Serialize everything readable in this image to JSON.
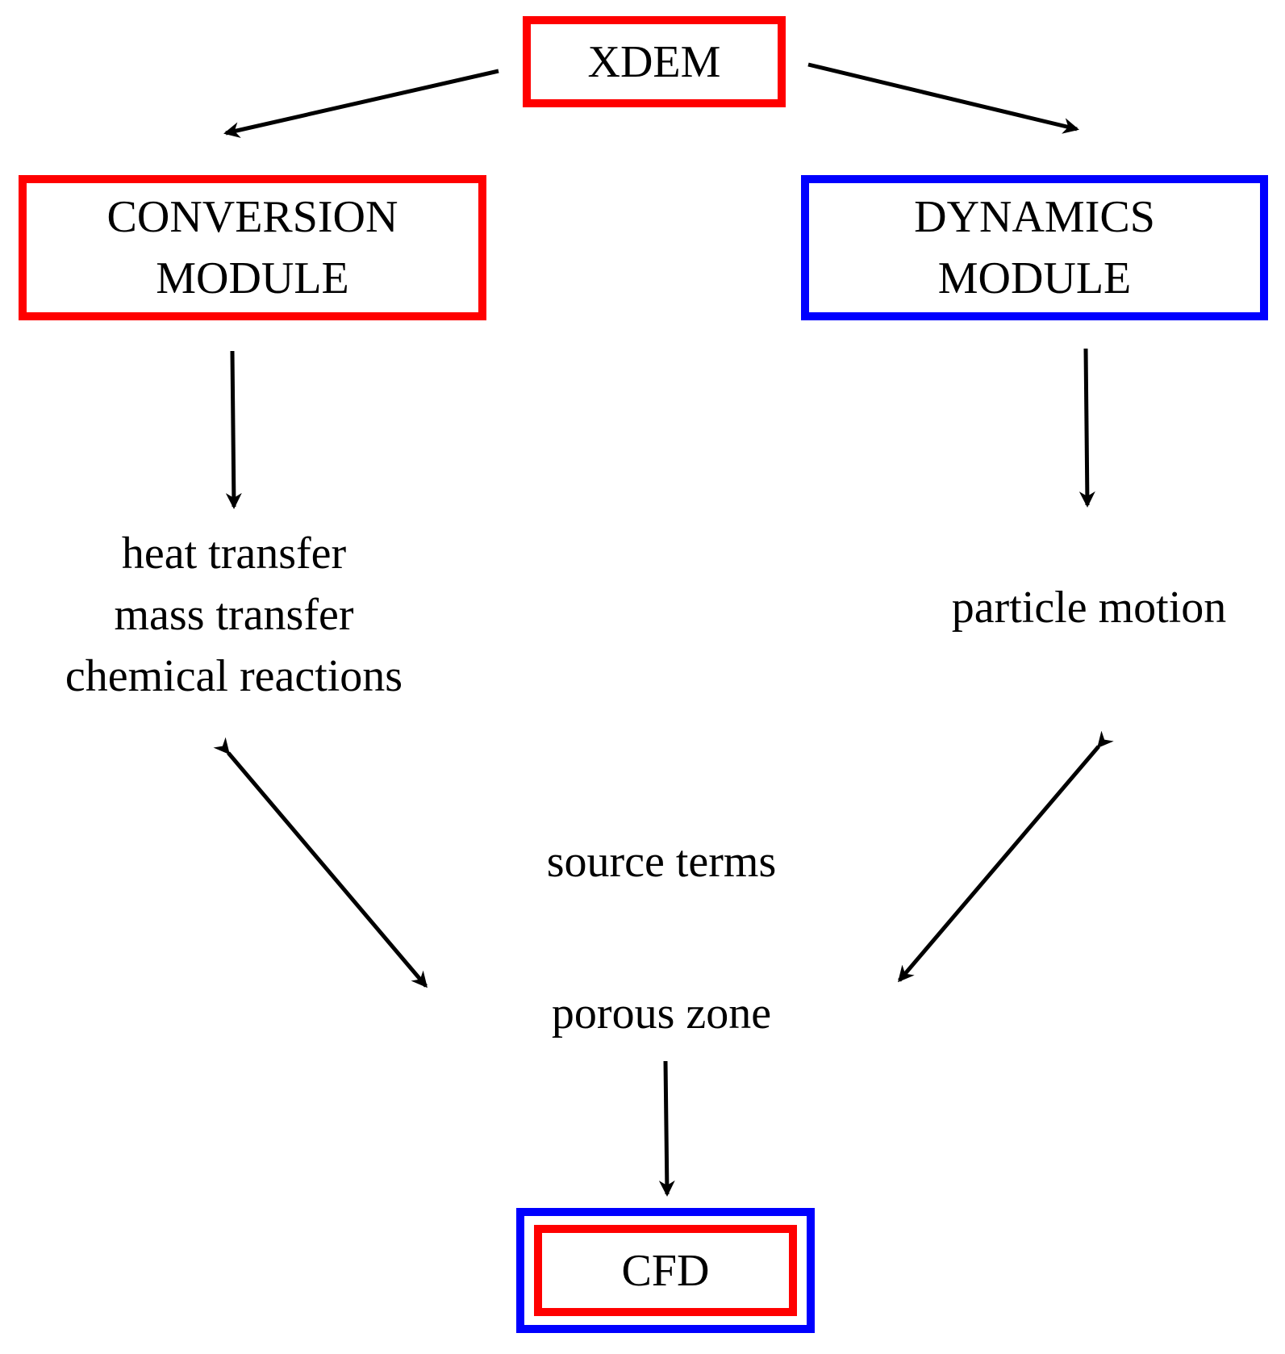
{
  "nodes": {
    "xdem": "XDEM",
    "conversion": [
      "CONVERSION",
      "MODULE"
    ],
    "dynamics": [
      "DYNAMICS",
      "MODULE"
    ],
    "cfd": "CFD"
  },
  "labels": {
    "conversion_outputs": [
      "heat transfer",
      "mass transfer",
      "chemical reactions"
    ],
    "dynamics_output": "particle motion",
    "source_terms": "source terms",
    "porous_zone": "porous zone"
  },
  "colors": {
    "red_border": "#ff0000",
    "blue_border": "#0000ff",
    "arrow": "#000000"
  }
}
